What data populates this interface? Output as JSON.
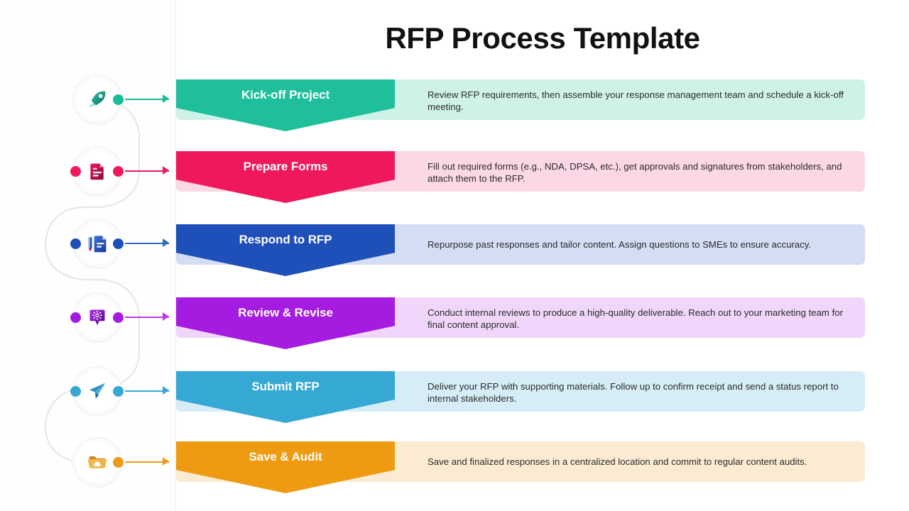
{
  "header": {
    "title": "RFP Process Template"
  },
  "steps": [
    {
      "label": "Kick-off Project",
      "description": "Review RFP requirements, then assemble your response management team and schedule a kick-off meeting.",
      "icon": "rocket-icon",
      "color": "#1FBF9C",
      "band_color": "#CFF2E8",
      "dot_color": "#17BE9B"
    },
    {
      "label": "Prepare Forms",
      "description": "Fill out required forms (e.g., NDA, DPSA, etc.), get approvals and signatures from stakeholders, and attach them to the RFP.",
      "icon": "signed-document-icon",
      "color": "#F0185C",
      "band_color": "#FBD8E3",
      "dot_color": "#F0185C"
    },
    {
      "label": "Respond to RFP",
      "description": "Repurpose past responses and tailor content. Assign questions to SMEs to ensure accuracy.",
      "icon": "pen-document-icon",
      "color": "#1F4FB8",
      "band_color": "#D3DDF4",
      "dot_color": "#1F4FB8"
    },
    {
      "label": "Review & Revise",
      "description": "Conduct internal reviews to produce a high-quality deliverable. Reach out to your marketing team for final content approval.",
      "icon": "review-bubble-icon",
      "color": "#A51CE0",
      "band_color": "#EFD6FA",
      "dot_color": "#A51CE0"
    },
    {
      "label": "Submit RFP",
      "description": "Deliver your RFP with supporting materials. Follow up to confirm receipt and send a status report to internal stakeholders.",
      "icon": "paper-plane-icon",
      "color": "#35A8D4",
      "band_color": "#D6EDF7",
      "dot_color": "#35A8D4"
    },
    {
      "label": "Save & Audit",
      "description": "Save and finalized responses in a centralized location and commit to regular content audits.",
      "icon": "cloud-folder-icon",
      "color": "#EE9B11",
      "band_color": "#FBEBD2",
      "dot_color": "#EE9B11"
    }
  ]
}
